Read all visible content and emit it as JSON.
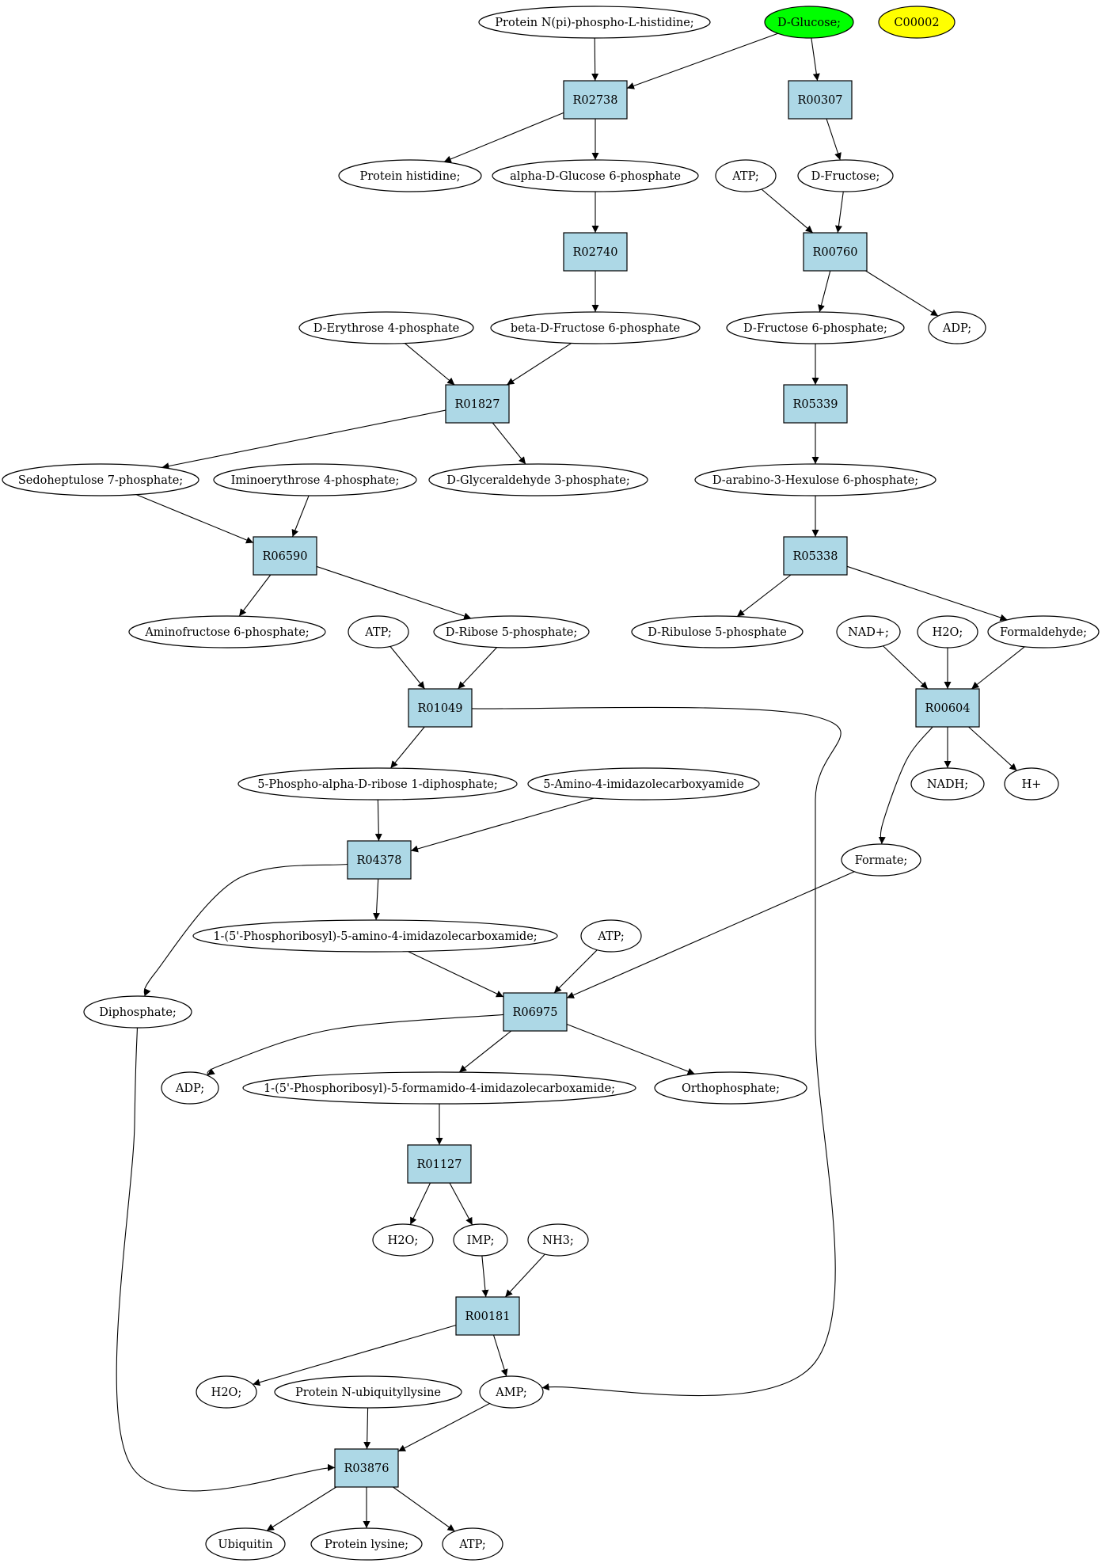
{
  "colors": {
    "reaction_fill": "#add8e6",
    "compound_fill": "#ffffff",
    "start_compound_fill": "#00ff00",
    "marker_compound_fill": "#ffff00"
  },
  "nodes": {
    "protein_npi_his": {
      "label": "Protein N(pi)-phospho-L-histidine;",
      "kind": "compound"
    },
    "d_glucose": {
      "label": "D-Glucose;",
      "kind": "compound",
      "highlight": "start"
    },
    "c00002": {
      "label": "C00002",
      "kind": "compound",
      "highlight": "marker"
    },
    "R02738": {
      "label": "R02738",
      "kind": "reaction"
    },
    "R00307": {
      "label": "R00307",
      "kind": "reaction"
    },
    "protein_histidine": {
      "label": "Protein histidine;",
      "kind": "compound"
    },
    "alpha_g6p": {
      "label": "alpha-D-Glucose 6-phosphate",
      "kind": "compound"
    },
    "atp_1": {
      "label": "ATP;",
      "kind": "compound"
    },
    "d_fructose": {
      "label": "D-Fructose;",
      "kind": "compound"
    },
    "R02740": {
      "label": "R02740",
      "kind": "reaction"
    },
    "R00760": {
      "label": "R00760",
      "kind": "reaction"
    },
    "d_erythrose_4p": {
      "label": "D-Erythrose 4-phosphate",
      "kind": "compound"
    },
    "beta_f6p": {
      "label": "beta-D-Fructose 6-phosphate",
      "kind": "compound"
    },
    "d_fructose_6p": {
      "label": "D-Fructose 6-phosphate;",
      "kind": "compound"
    },
    "adp_1": {
      "label": "ADP;",
      "kind": "compound"
    },
    "R01827": {
      "label": "R01827",
      "kind": "reaction"
    },
    "R05339": {
      "label": "R05339",
      "kind": "reaction"
    },
    "sedoheptulose_7p": {
      "label": "Sedoheptulose 7-phosphate;",
      "kind": "compound"
    },
    "iminoerythrose_4p": {
      "label": "Iminoerythrose 4-phosphate;",
      "kind": "compound"
    },
    "glyceraldehyde_3p": {
      "label": "D-Glyceraldehyde 3-phosphate;",
      "kind": "compound"
    },
    "arabino_hexulose_6p": {
      "label": "D-arabino-3-Hexulose 6-phosphate;",
      "kind": "compound"
    },
    "R06590": {
      "label": "R06590",
      "kind": "reaction"
    },
    "R05338": {
      "label": "R05338",
      "kind": "reaction"
    },
    "aminofructose_6p": {
      "label": "Aminofructose 6-phosphate;",
      "kind": "compound"
    },
    "atp_2": {
      "label": "ATP;",
      "kind": "compound"
    },
    "ribose_5p": {
      "label": "D-Ribose 5-phosphate;",
      "kind": "compound"
    },
    "ribulose_5p": {
      "label": "D-Ribulose 5-phosphate",
      "kind": "compound"
    },
    "nad": {
      "label": "NAD+;",
      "kind": "compound"
    },
    "h2o_1": {
      "label": "H2O;",
      "kind": "compound"
    },
    "formaldehyde": {
      "label": "Formaldehyde;",
      "kind": "compound"
    },
    "R01049": {
      "label": "R01049",
      "kind": "reaction"
    },
    "R00604": {
      "label": "R00604",
      "kind": "reaction"
    },
    "prpp": {
      "label": "5-Phospho-alpha-D-ribose 1-diphosphate;",
      "kind": "compound"
    },
    "aica": {
      "label": "5-Amino-4-imidazolecarboxyamide",
      "kind": "compound"
    },
    "nadh": {
      "label": "NADH;",
      "kind": "compound"
    },
    "h_plus": {
      "label": "H+",
      "kind": "compound"
    },
    "R04378": {
      "label": "R04378",
      "kind": "reaction"
    },
    "formate": {
      "label": "Formate;",
      "kind": "compound"
    },
    "aicar": {
      "label": "1-(5'-Phosphoribosyl)-5-amino-4-imidazolecarboxamide;",
      "kind": "compound"
    },
    "atp_3": {
      "label": "ATP;",
      "kind": "compound"
    },
    "diphosphate": {
      "label": "Diphosphate;",
      "kind": "compound"
    },
    "R06975": {
      "label": "R06975",
      "kind": "reaction"
    },
    "adp_2": {
      "label": "ADP;",
      "kind": "compound"
    },
    "faicar": {
      "label": "1-(5'-Phosphoribosyl)-5-formamido-4-imidazolecarboxamide;",
      "kind": "compound"
    },
    "orthophosphate": {
      "label": "Orthophosphate;",
      "kind": "compound"
    },
    "R01127": {
      "label": "R01127",
      "kind": "reaction"
    },
    "h2o_2": {
      "label": "H2O;",
      "kind": "compound"
    },
    "imp": {
      "label": "IMP;",
      "kind": "compound"
    },
    "nh3": {
      "label": "NH3;",
      "kind": "compound"
    },
    "R00181": {
      "label": "R00181",
      "kind": "reaction"
    },
    "h2o_3": {
      "label": "H2O;",
      "kind": "compound"
    },
    "protein_n_ubiquityllysine": {
      "label": "Protein N-ubiquityllysine",
      "kind": "compound"
    },
    "amp": {
      "label": "AMP;",
      "kind": "compound"
    },
    "R03876": {
      "label": "R03876",
      "kind": "reaction"
    },
    "ubiquitin": {
      "label": "Ubiquitin",
      "kind": "compound"
    },
    "protein_lysine": {
      "label": "Protein lysine;",
      "kind": "compound"
    },
    "atp_4": {
      "label": "ATP;",
      "kind": "compound"
    }
  },
  "edges": [
    {
      "from": "protein_npi_his",
      "to": "R02738"
    },
    {
      "from": "d_glucose",
      "to": "R02738"
    },
    {
      "from": "d_glucose",
      "to": "R00307"
    },
    {
      "from": "R02738",
      "to": "protein_histidine"
    },
    {
      "from": "R02738",
      "to": "alpha_g6p"
    },
    {
      "from": "R00307",
      "to": "d_fructose"
    },
    {
      "from": "alpha_g6p",
      "to": "R02740"
    },
    {
      "from": "atp_1",
      "to": "R00760"
    },
    {
      "from": "d_fructose",
      "to": "R00760"
    },
    {
      "from": "R02740",
      "to": "beta_f6p"
    },
    {
      "from": "R00760",
      "to": "d_fructose_6p"
    },
    {
      "from": "R00760",
      "to": "adp_1"
    },
    {
      "from": "d_erythrose_4p",
      "to": "R01827"
    },
    {
      "from": "beta_f6p",
      "to": "R01827"
    },
    {
      "from": "d_fructose_6p",
      "to": "R05339"
    },
    {
      "from": "R01827",
      "to": "sedoheptulose_7p"
    },
    {
      "from": "R01827",
      "to": "glyceraldehyde_3p"
    },
    {
      "from": "R05339",
      "to": "arabino_hexulose_6p"
    },
    {
      "from": "sedoheptulose_7p",
      "to": "R06590"
    },
    {
      "from": "iminoerythrose_4p",
      "to": "R06590"
    },
    {
      "from": "arabino_hexulose_6p",
      "to": "R05338"
    },
    {
      "from": "R06590",
      "to": "aminofructose_6p"
    },
    {
      "from": "R06590",
      "to": "ribose_5p"
    },
    {
      "from": "R05338",
      "to": "ribulose_5p"
    },
    {
      "from": "R05338",
      "to": "formaldehyde"
    },
    {
      "from": "atp_2",
      "to": "R01049"
    },
    {
      "from": "ribose_5p",
      "to": "R01049"
    },
    {
      "from": "nad",
      "to": "R00604"
    },
    {
      "from": "h2o_1",
      "to": "R00604"
    },
    {
      "from": "formaldehyde",
      "to": "R00604"
    },
    {
      "from": "R01049",
      "to": "prpp"
    },
    {
      "from": "R01049",
      "to": "amp"
    },
    {
      "from": "R00604",
      "to": "nadh"
    },
    {
      "from": "R00604",
      "to": "h_plus"
    },
    {
      "from": "R00604",
      "to": "formate"
    },
    {
      "from": "prpp",
      "to": "R04378"
    },
    {
      "from": "aica",
      "to": "R04378"
    },
    {
      "from": "R04378",
      "to": "aicar"
    },
    {
      "from": "R04378",
      "to": "diphosphate"
    },
    {
      "from": "aicar",
      "to": "R06975"
    },
    {
      "from": "atp_3",
      "to": "R06975"
    },
    {
      "from": "formate",
      "to": "R06975"
    },
    {
      "from": "R06975",
      "to": "adp_2"
    },
    {
      "from": "R06975",
      "to": "faicar"
    },
    {
      "from": "R06975",
      "to": "orthophosphate"
    },
    {
      "from": "faicar",
      "to": "R01127"
    },
    {
      "from": "R01127",
      "to": "h2o_2"
    },
    {
      "from": "R01127",
      "to": "imp"
    },
    {
      "from": "imp",
      "to": "R00181"
    },
    {
      "from": "nh3",
      "to": "R00181"
    },
    {
      "from": "R00181",
      "to": "h2o_3"
    },
    {
      "from": "R00181",
      "to": "amp"
    },
    {
      "from": "diphosphate",
      "to": "R03876"
    },
    {
      "from": "protein_n_ubiquityllysine",
      "to": "R03876"
    },
    {
      "from": "amp",
      "to": "R03876"
    },
    {
      "from": "R03876",
      "to": "ubiquitin"
    },
    {
      "from": "R03876",
      "to": "protein_lysine"
    },
    {
      "from": "R03876",
      "to": "atp_4"
    }
  ]
}
